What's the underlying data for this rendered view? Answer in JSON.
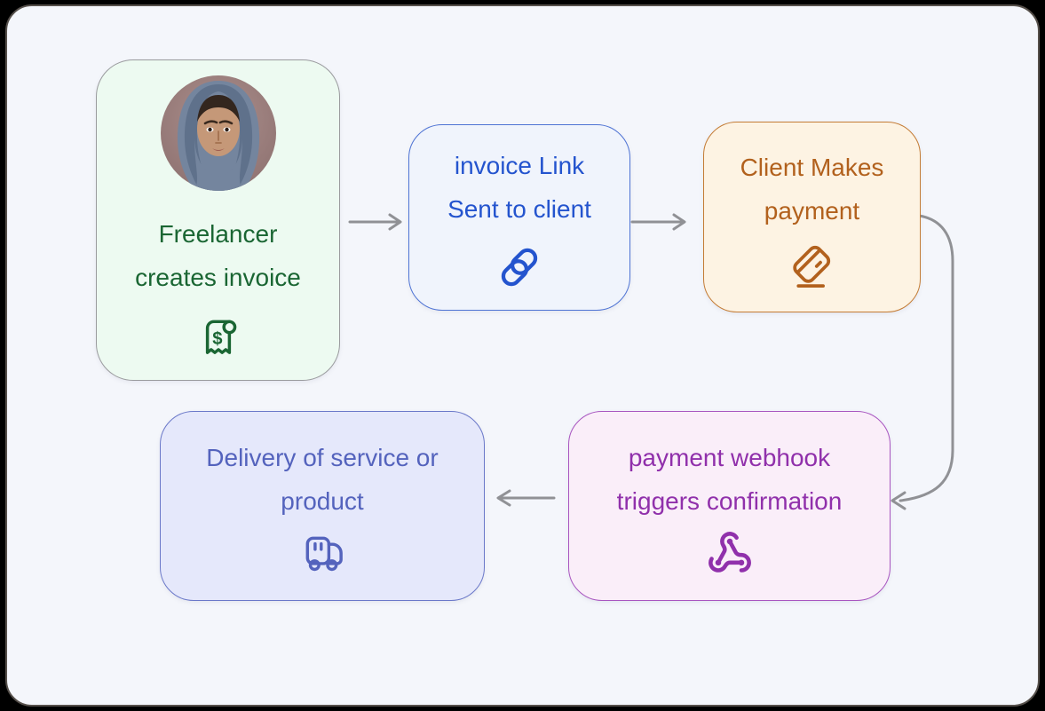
{
  "canvas": {
    "background": "#f4f6fb",
    "frame_border": "#56504b",
    "outer_background": "#000000",
    "arrow_color": "#909195"
  },
  "nodes": [
    {
      "id": "freelancer-creates-invoice",
      "lines": [
        "Freelancer",
        "creates invoice"
      ],
      "icon": "receipt-icon",
      "avatar": "freelancer-portrait",
      "colors": {
        "background": "#edfaf1",
        "border": "#9a9b9e",
        "text": "#1a6633"
      }
    },
    {
      "id": "invoice-link-sent-to-client",
      "lines": [
        "invoice Link",
        "Sent to client"
      ],
      "icon": "link-icon",
      "colors": {
        "background": "#f0f4fc",
        "border": "#4e73d4",
        "text": "#2454ce"
      }
    },
    {
      "id": "client-makes-payment",
      "lines": [
        "Client Makes",
        "payment"
      ],
      "icon": "credit-card-icon",
      "colors": {
        "background": "#fdf3e3",
        "border": "#c47c35",
        "text": "#b2611d"
      }
    },
    {
      "id": "payment-webhook-triggers-confirmation",
      "lines": [
        "payment webhook",
        "triggers confirmation"
      ],
      "icon": "webhook-icon",
      "colors": {
        "background": "#faeef9",
        "border": "#a855c0",
        "text": "#9030ab"
      }
    },
    {
      "id": "delivery-of-service-or-product",
      "lines": [
        "Delivery of service or",
        "product"
      ],
      "icon": "delivery-truck-icon",
      "colors": {
        "background": "#e5e8fb",
        "border": "#6a78c9",
        "text": "#5463bd"
      }
    }
  ],
  "connectors": [
    {
      "from": "freelancer-creates-invoice",
      "to": "invoice-link-sent-to-client",
      "direction": "right"
    },
    {
      "from": "invoice-link-sent-to-client",
      "to": "client-makes-payment",
      "direction": "right"
    },
    {
      "from": "client-makes-payment",
      "to": "payment-webhook-triggers-confirmation",
      "direction": "curve-down-left"
    },
    {
      "from": "payment-webhook-triggers-confirmation",
      "to": "delivery-of-service-or-product",
      "direction": "left"
    }
  ]
}
